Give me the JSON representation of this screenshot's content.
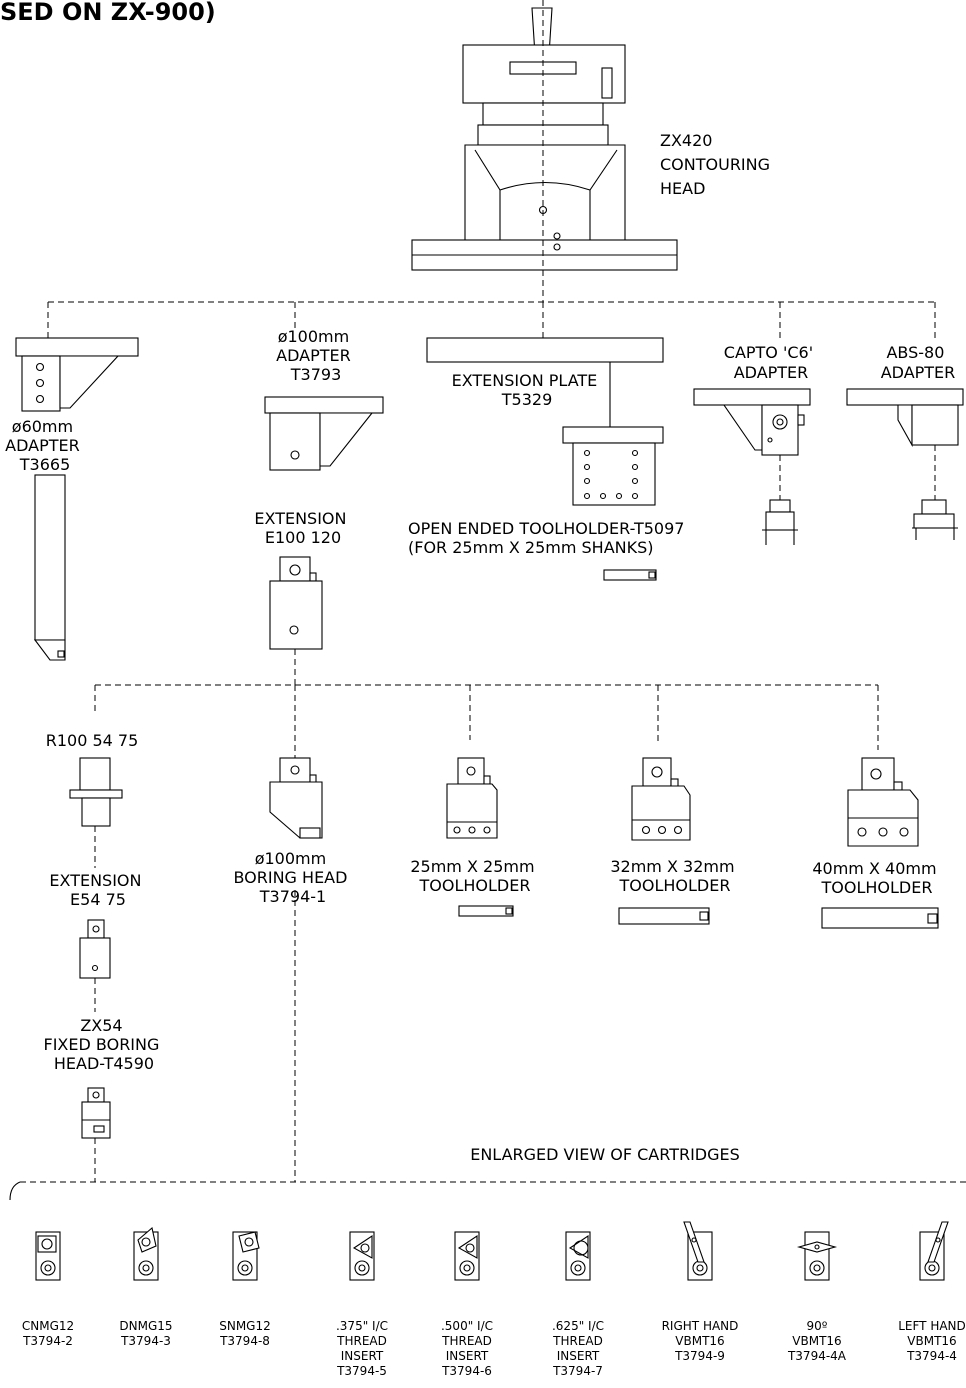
{
  "title": "SED ON ZX-900)",
  "head_label": [
    "ZX420",
    "CONTOURING",
    "HEAD"
  ],
  "components": {
    "adapter_60": [
      "ø60mm",
      "ADAPTER",
      "T3665"
    ],
    "adapter_100": [
      "ø100mm",
      "ADAPTER",
      "T3793"
    ],
    "extension_plate": [
      "EXTENSION PLATE",
      "T5329"
    ],
    "capto_adapter": [
      "CAPTO 'C6'",
      "ADAPTER"
    ],
    "abs_adapter": [
      "ABS-80",
      "ADAPTER"
    ],
    "extension_e100": [
      "EXTENSION",
      "E100 120"
    ],
    "open_toolholder": [
      "OPEN ENDED TOOLHOLDER-T5097",
      "(FOR 25mm X 25mm SHANKS)"
    ],
    "r100": [
      "R100 54 75"
    ],
    "boring_head_100": [
      "ø100mm",
      "BORING HEAD",
      "T3794-1"
    ],
    "toolholder_25": [
      "25mm X 25mm",
      "TOOLHOLDER"
    ],
    "toolholder_32": [
      "32mm X 32mm",
      "TOOLHOLDER"
    ],
    "toolholder_40": [
      "40mm X 40mm",
      "TOOLHOLDER"
    ],
    "extension_e54": [
      "EXTENSION",
      "E54 75"
    ],
    "zx54": [
      "ZX54",
      "FIXED BORING",
      "HEAD-T4590"
    ]
  },
  "cartridges_title": "ENLARGED VIEW OF CARTRIDGES",
  "cartridges": [
    {
      "lines": [
        "CNMG12",
        "T3794-2"
      ],
      "icon": "cnmg-cartridge-icon"
    },
    {
      "lines": [
        "DNMG15",
        "T3794-3"
      ],
      "icon": "dnmg-cartridge-icon"
    },
    {
      "lines": [
        "SNMG12",
        "T3794-8"
      ],
      "icon": "snmg-cartridge-icon"
    },
    {
      "lines": [
        ".375\" I/C",
        "THREAD",
        "INSERT",
        "T3794-5"
      ],
      "icon": "thread-375-cartridge-icon"
    },
    {
      "lines": [
        ".500\" I/C",
        "THREAD",
        "INSERT",
        "T3794-6"
      ],
      "icon": "thread-500-cartridge-icon"
    },
    {
      "lines": [
        ".625\" I/C",
        "THREAD",
        "INSERT",
        "T3794-7"
      ],
      "icon": "thread-625-cartridge-icon"
    },
    {
      "lines": [
        "RIGHT HAND",
        "VBMT16",
        "T3794-9"
      ],
      "icon": "vbmt-right-cartridge-icon"
    },
    {
      "lines": [
        "90º",
        "VBMT16",
        "T3794-4A"
      ],
      "icon": "vbmt-90-cartridge-icon"
    },
    {
      "lines": [
        "LEFT HAND",
        "VBMT16",
        "T3794-4"
      ],
      "icon": "vbmt-left-cartridge-icon"
    }
  ]
}
